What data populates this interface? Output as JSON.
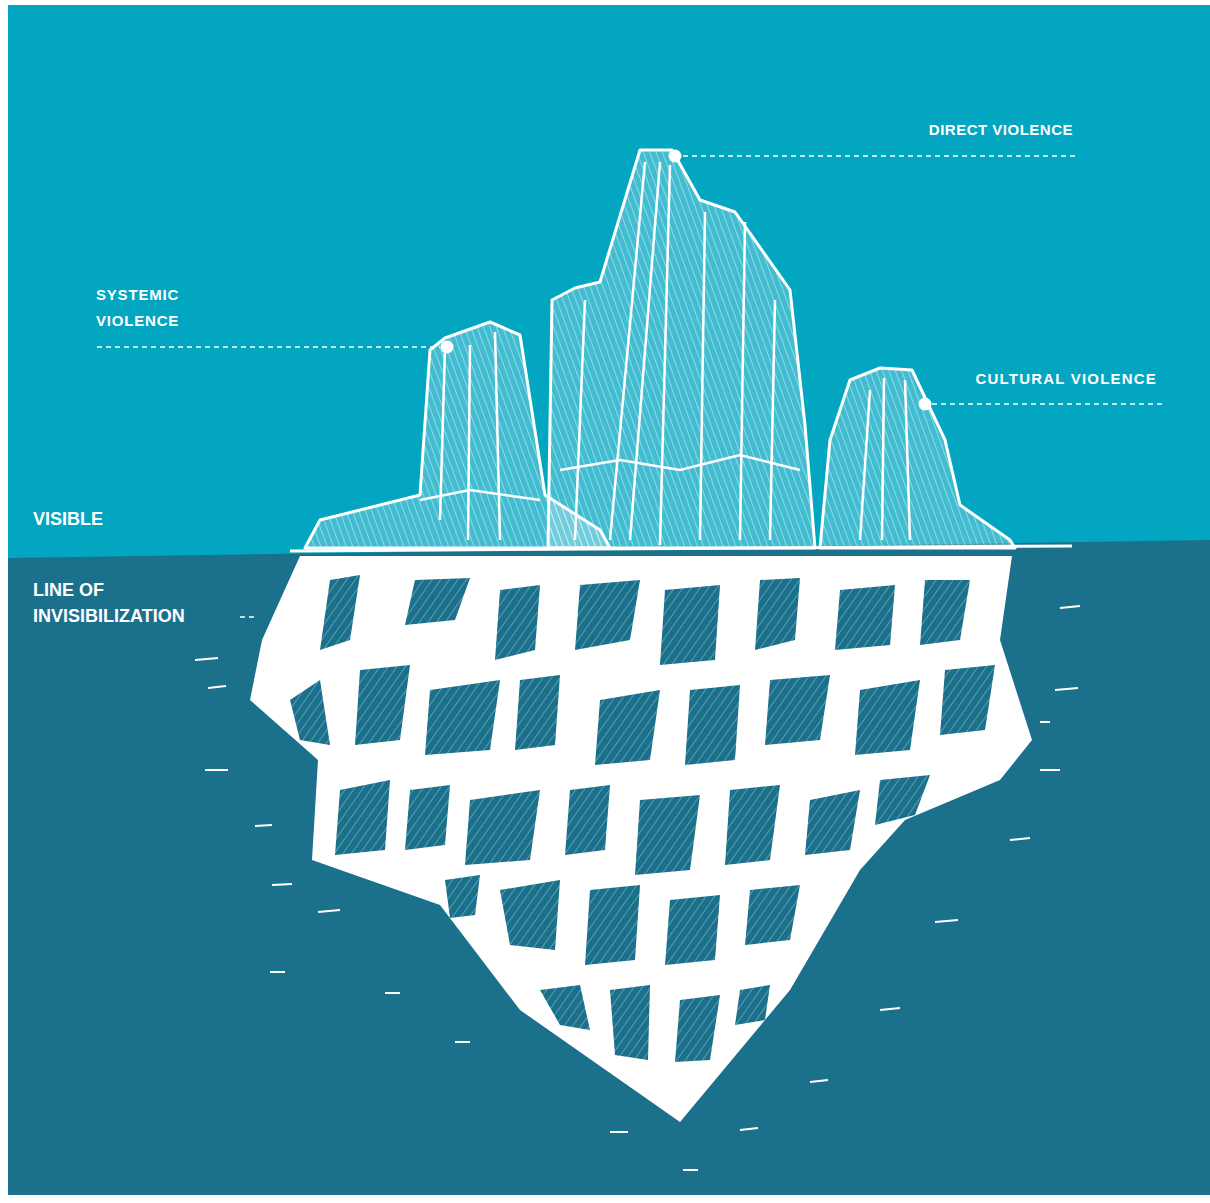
{
  "diagram": {
    "labels": [
      "DIRECT VIOLENCE",
      "SYSTEMIC VIOLENCE",
      "CULTURAL VIOLENCE",
      "VISIBLE",
      "LINE OF INVISIBILIZATION"
    ]
  }
}
